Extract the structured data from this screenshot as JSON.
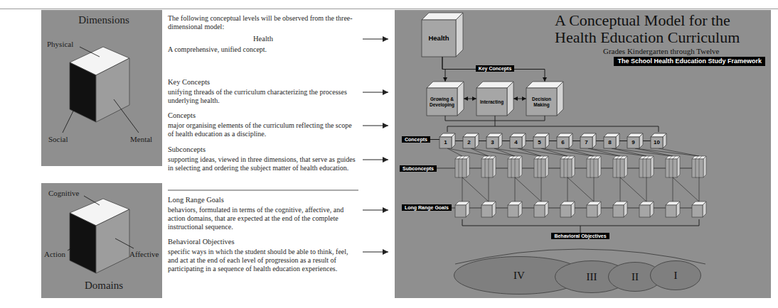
{
  "diagram": {
    "nodes": [
      {
        "text": [
          "Dimensions",
          "Physical",
          "Social",
          "Mental"
        ]
      },
      {
        "text": [
          "Cognitive",
          "Action",
          "Affective",
          "Domains"
        ]
      },
      {
        "text": [
          "A Conceptual Model for the Health Education Curriculum",
          "Grades Kindergarten through Twelve"
        ]
      },
      {
        "text": [
          "The School Health Education Study Framework"
        ],
        "in": 2
      },
      {
        "text": [
          "Health"
        ],
        "in": 2
      },
      {
        "text": [
          "Key Concepts"
        ],
        "in": 2
      },
      {
        "text": [
          "Growing & Developing"
        ],
        "in": 2
      },
      {
        "text": [
          "Interacting"
        ],
        "in": 2
      },
      {
        "text": [
          "Decision Making"
        ],
        "in": 2
      },
      {
        "text": [
          "Concepts"
        ],
        "in": 2
      },
      {
        "text": [
          "1"
        ],
        "in": 2
      },
      {
        "text": [
          "2"
        ],
        "in": 2
      },
      {
        "text": [
          "3"
        ],
        "in": 2
      },
      {
        "text": [
          "4"
        ],
        "in": 2
      },
      {
        "text": [
          "5"
        ],
        "in": 2
      },
      {
        "text": [
          "6"
        ],
        "in": 2
      },
      {
        "text": [
          "7"
        ],
        "in": 2
      },
      {
        "text": [
          "8"
        ],
        "in": 2
      },
      {
        "text": [
          "9"
        ],
        "in": 2
      },
      {
        "text": [
          "10"
        ],
        "in": 2
      },
      {
        "text": [
          "Subconcepts"
        ],
        "in": 2
      },
      {
        "text": [
          "Long Range Goals"
        ],
        "in": 2
      },
      {
        "text": [
          "Behavioral Objectives"
        ],
        "in": 2
      },
      {
        "text": [
          "IV"
        ],
        "in": 2
      },
      {
        "text": [
          "III"
        ],
        "in": 2
      },
      {
        "text": [
          "II"
        ],
        "in": 2
      },
      {
        "text": [
          "I"
        ],
        "in": 2
      }
    ],
    "edges": [
      {
        "from": 4,
        "to": 6,
        "arrow": "to"
      },
      {
        "from": 4,
        "to": 8,
        "arrow": "to"
      },
      {
        "from": 6,
        "to": 7,
        "arrow": "both"
      },
      {
        "from": 7,
        "to": 8,
        "arrow": "both"
      },
      {
        "from": 9,
        "to": 10,
        "arrow": "none"
      },
      {
        "from": 10,
        "to": 11,
        "arrow": "none"
      },
      {
        "from": 11,
        "to": 12,
        "arrow": "none"
      },
      {
        "from": 12,
        "to": 13,
        "arrow": "none"
      },
      {
        "from": 13,
        "to": 14,
        "arrow": "none"
      },
      {
        "from": 14,
        "to": 15,
        "arrow": "none"
      },
      {
        "from": 15,
        "to": 16,
        "arrow": "none"
      },
      {
        "from": 16,
        "to": 17,
        "arrow": "none"
      },
      {
        "from": 17,
        "to": 18,
        "arrow": "none"
      },
      {
        "from": 18,
        "to": 19,
        "arrow": "none"
      }
    ],
    "labels": [
      "The following conceptual levels will be observed from the three-dimensional model:",
      "Health",
      "A comprehensive, unified concept.",
      "Key Concepts",
      "unifying threads of the curriculum characterizing the processes underlying health.",
      "Concepts",
      "major organising elements of the curriculum reflecting the scope of health education as a discipline.",
      "Subconcepts",
      "supporting ideas, viewed in three dimensions, that serve as guides in selecting and ordering the subject matter of health education.",
      "Long Range Goals",
      "behaviors, formulated in terms of the cognitive, affective, and action domains, that are expected at the end of the complete instructional sequence.",
      "Behavioral Objectives",
      "specific ways in which the student should be able to think, feel, and act at the end of each level of progression as a result of participating in a sequence of health education experiences."
    ]
  }
}
